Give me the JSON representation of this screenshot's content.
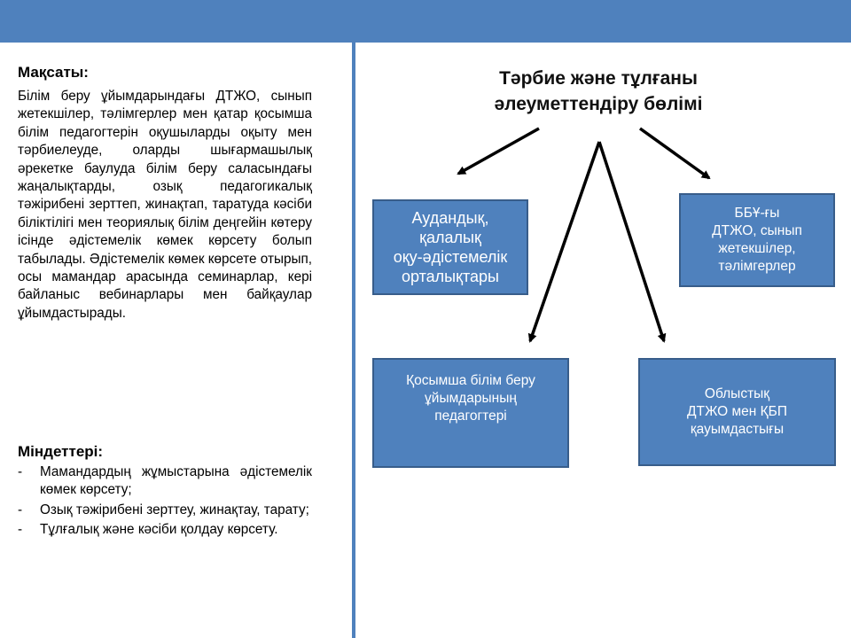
{
  "left_panel": {
    "goal_title": "Мақсаты:",
    "goal_text": "Білім беру ұйымдарындағы ДТЖО, сынып жетекшілер, тәлімгерлер мен қатар қосымша білім педагогтерін оқушыларды оқыту мен тәрбиелеуде, оларды шығармашылық әрекетке баулуда білім беру саласындағы жаңалықтарды, озық педагогикалық тәжірибені зерттеп, жинақтап, таратуда кәсіби біліктілігі мен теориялық білім деңгейін көтеру ісінде әдістемелік көмек көрсету болып табылады. Әдістемелік көмек көрсете отырып, осы мамандар арасында семинарлар, кері байланыс вебинарлары мен байқаулар ұйымдастырады.",
    "tasks_title": "Міндеттері:",
    "tasks": [
      "Мамандардың жұмыстарына әдістемелік көмек көрсету;",
      "Озық тәжірибені зерттеу, жинақтау, тарату;",
      "Тұлғалық және кәсіби қолдау көрсету."
    ],
    "bullet": "-"
  },
  "diagram": {
    "title_line1": "Тәрбие және тұлғаны",
    "title_line2": "әлеуметтендіру бөлімі",
    "boxes": {
      "district_centers": [
        "Аудандық,",
        "қалалық",
        "оқу-әдістемелік",
        "орталықтары"
      ],
      "school_staff": [
        "ББҰ-ғы",
        "ДТЖО, сынып",
        "жетекшілер,",
        "тәлімгерлер"
      ],
      "additional_teachers": [
        "Қосымша білім беру",
        "ұйымдарының",
        "педагогтері"
      ],
      "regional_association": [
        "Облыстық",
        "ДТЖО мен ҚБП",
        "қауымдастығы"
      ]
    },
    "colors": {
      "box_fill": "#4f81bd",
      "box_border": "#385d8a",
      "arrow": "#000000"
    }
  }
}
